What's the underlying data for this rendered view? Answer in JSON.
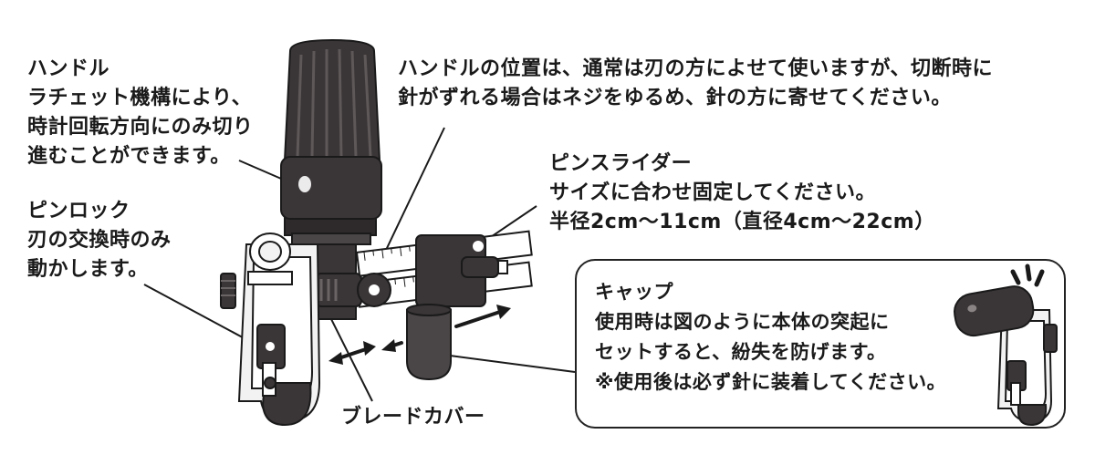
{
  "handle": {
    "title": "ハンドル",
    "lines": [
      "ラチェット機構により、",
      "時計回転方向にのみ切り",
      "進むことができます。"
    ]
  },
  "handle_position": {
    "lines": [
      "ハンドルの位置は、通常は刃の方によせて使いますが、切断時に",
      "針がずれる場合はネジをゆるめ、針の方に寄せてください。"
    ]
  },
  "pin_slider": {
    "title": "ピンスライダー",
    "lines": [
      "サイズに合わせ固定してください。",
      "半径2cm～11cm（直径4cm～22cm）"
    ]
  },
  "pin_lock": {
    "title": "ピンロック",
    "lines": [
      "刃の交換時のみ",
      "動かします。"
    ]
  },
  "blade_cover": {
    "title": "ブレードカバー"
  },
  "cap": {
    "title": "キャップ",
    "lines": [
      "使用時は図のように本体の突起に",
      "セットすると、紛失を防げます。",
      "※使用後は必ず針に装着してください。"
    ]
  },
  "colors": {
    "ink": "#1a1a1a",
    "dark_part": "#3a3536",
    "mid_part": "#5a5556",
    "light_part": "#f2f2f2"
  }
}
